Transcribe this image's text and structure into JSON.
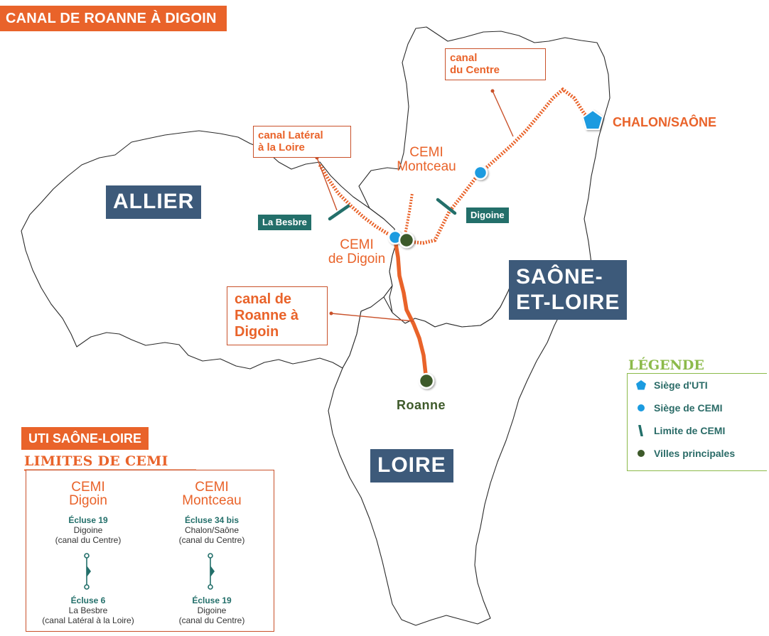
{
  "title": "CANAL DE ROANNE À DIGOIN",
  "departments": {
    "allier": "ALLIER",
    "saone_et_loire_line1": "SAÔNE-",
    "saone_et_loire_line2": "ET-LOIRE",
    "loire": "LOIRE"
  },
  "callouts": {
    "canal_du_centre_line1": "canal",
    "canal_du_centre_line2": "du Centre",
    "canal_lateral_line1": "canal Latéral",
    "canal_lateral_line2": "à la Loire",
    "canal_roanne_line1": "canal de",
    "canal_roanne_line2": "Roanne à",
    "canal_roanne_line3": "Digoin"
  },
  "cemi_labels": {
    "montceau_line1": "CEMI",
    "montceau_line2": "Montceau",
    "digoin_line1": "CEMI",
    "digoin_line2": "de Digoin"
  },
  "limit_tags": {
    "la_besbre": "La Besbre",
    "digoine": "Digoine"
  },
  "cities": {
    "chalon": "CHALON/SAÔNE",
    "roanne": "Roanne"
  },
  "legend": {
    "title": "LÉGENDE",
    "items": [
      {
        "symbol": "pentagon-icon",
        "label": "Siège d'UTI"
      },
      {
        "symbol": "blue-dot-icon",
        "label": "Siège de CEMI"
      },
      {
        "symbol": "limit-bar-icon",
        "label": "Limite de CEMI"
      },
      {
        "symbol": "green-dot-icon",
        "label": "Villes principales"
      }
    ]
  },
  "uti_panel": {
    "banner": "UTI SAÔNE-LOIRE",
    "limits_title": "LIMITES DE CEMI",
    "columns": [
      {
        "head_line1": "CEMI",
        "head_line2": "Digoin",
        "top_lock": "Écluse 19",
        "top_place": "Digoine",
        "top_canal": "(canal du Centre)",
        "bottom_lock": "Écluse 6",
        "bottom_place": "La Besbre",
        "bottom_canal": "(canal Latéral à la Loire)"
      },
      {
        "head_line1": "CEMI",
        "head_line2": "Montceau",
        "top_lock": "Écluse 34 bis",
        "top_place": "Chalon/Saône",
        "top_canal": "(canal du Centre)",
        "bottom_lock": "Écluse 19",
        "bottom_place": "Digoine",
        "bottom_canal": "(canal du Centre)"
      }
    ]
  },
  "colors": {
    "orange": "#e9632a",
    "department_blue": "#3d5a7a",
    "teal": "#236f6a",
    "legend_green": "#8cba4a",
    "cemi_blue": "#1b9be0",
    "city_green": "#3e5a2a"
  }
}
